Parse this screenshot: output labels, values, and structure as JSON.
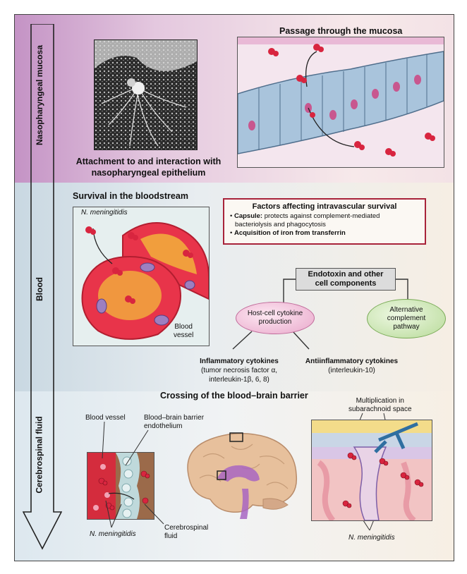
{
  "regions": {
    "mucosa": "Nasopharyngeal mucosa",
    "blood": "Blood",
    "csf": "Cerebrospinal fluid"
  },
  "mucosa": {
    "passage_title": "Passage through the mucosa",
    "attachment_caption_line1": "Attachment to and interaction with",
    "attachment_caption_line2": "nasopharyngeal epithelium"
  },
  "blood": {
    "title": "Survival in the bloodstream",
    "organism_label": "N. meningitidis",
    "vessel_label_line1": "Blood",
    "vessel_label_line2": "vessel",
    "factors_title": "Factors affecting intravascular survival",
    "capsule_term": "Capsule:",
    "capsule_text_line1": " protects against complement-mediated",
    "capsule_text_line2": "bacteriolysis and phagocytosis",
    "iron_text": "Acquisition of iron from transferrin",
    "endotoxin_line1": "Endotoxin and other",
    "endotoxin_line2": "cell components",
    "host_cell_line1": "Host-cell cytokine",
    "host_cell_line2": "production",
    "alternative_line1": "Alternative",
    "alternative_line2": "complement",
    "alternative_line3": "pathway",
    "inflammatory_title": "Inflammatory cytokines",
    "inflammatory_line1": "(tumor necrosis factor α,",
    "inflammatory_line2": "interleukin-1β, 6, 8)",
    "antiinflammatory_title": "Antiinflammatory cytokines",
    "antiinflammatory_line1": "(interleukin-10)"
  },
  "csf": {
    "title": "Crossing of the blood–brain barrier",
    "blood_vessel_label": "Blood vessel",
    "bbb_line1": "Blood–brain barrier",
    "bbb_line2": "endothelium",
    "organism_left": "N. meningitidis",
    "csf_line1": "Cerebrospinal",
    "csf_line2": "fluid",
    "multiplication_line1": "Multiplication in",
    "multiplication_line2": "subarachnoid space",
    "organism_right": "N. meningitidis"
  },
  "colors": {
    "bacteria": "#d8253f",
    "blood_vessel": "#e8344a",
    "factor_border": "#a8233a",
    "host_cell_oval": "#f3c6e0",
    "complement_oval": "#cfe8b8",
    "mucosa_band": "#c493c5",
    "epithelium": "#a9c4dc",
    "brain": "#e7c09c",
    "brain_highlight": "#a865c2"
  },
  "icons": [
    "down-arrow-icon",
    "bacterium-icon",
    "brain-icon"
  ]
}
